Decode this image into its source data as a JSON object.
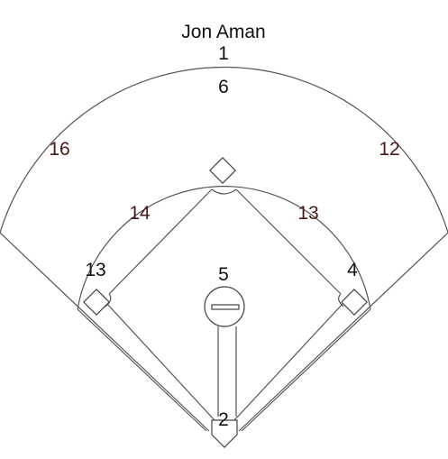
{
  "player": {
    "name": "Jon Aman"
  },
  "positions": {
    "pitcher": "1",
    "catcher": "2",
    "first_base": "4",
    "second_base_sector": "13",
    "shortstop": "5",
    "third_base_sector": "14",
    "third_base": "13",
    "center_field": "6",
    "left_field": "16",
    "right_field": "12"
  },
  "colors": {
    "field_lines": "#555555",
    "number_dark": "#111111",
    "number_maroon": "#4a1a1a"
  }
}
